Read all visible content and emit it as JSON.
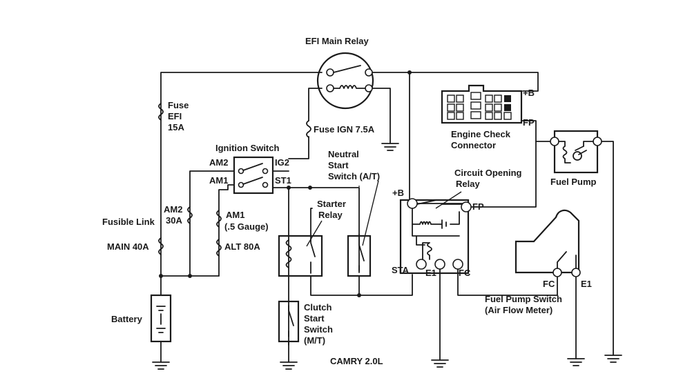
{
  "labels": {
    "efi_main_relay": "EFI Main Relay",
    "fuse": "Fuse",
    "efi": "EFI",
    "a15": "15A",
    "fuse_ign": "Fuse IGN 7.5A",
    "ignition_switch": "Ignition Switch",
    "am2": "AM2",
    "ig2": "IG2",
    "am1": "AM1",
    "st1": "ST1",
    "neutral_start": "Neutral",
    "neutral_start2": "Start",
    "neutral_start3": "Switch (A/T)",
    "engine_check1": "Engine Check",
    "engine_check2": "Connector",
    "plus_b": "+B",
    "fp": "FP",
    "fuel_pump": "Fuel Pump",
    "circuit_opening1": "Circuit Opening",
    "circuit_opening2": "Relay",
    "plus_b2": "+B",
    "fp2": "FP",
    "starter1": "Starter",
    "starter2": "Relay",
    "am2_30a_1": "AM2",
    "am2_30a_2": "30A",
    "fusible_link": "Fusible Link",
    "main_40a": "MAIN 40A",
    "am1_gauge1": "AM1",
    "am1_gauge2": "(.5 Gauge)",
    "alt_80a": "ALT 80A",
    "sta": "STA",
    "e1": "E1",
    "fc": "FC",
    "fc2": "FC",
    "e1_2": "E1",
    "fuel_pump_switch1": "Fuel Pump Switch",
    "fuel_pump_switch2": "(Air Flow Meter)",
    "battery": "Battery",
    "clutch1": "Clutch",
    "clutch2": "Start",
    "clutch3": "Switch",
    "clutch4": "(M/T)",
    "caption": "CAMRY 2.0L"
  }
}
